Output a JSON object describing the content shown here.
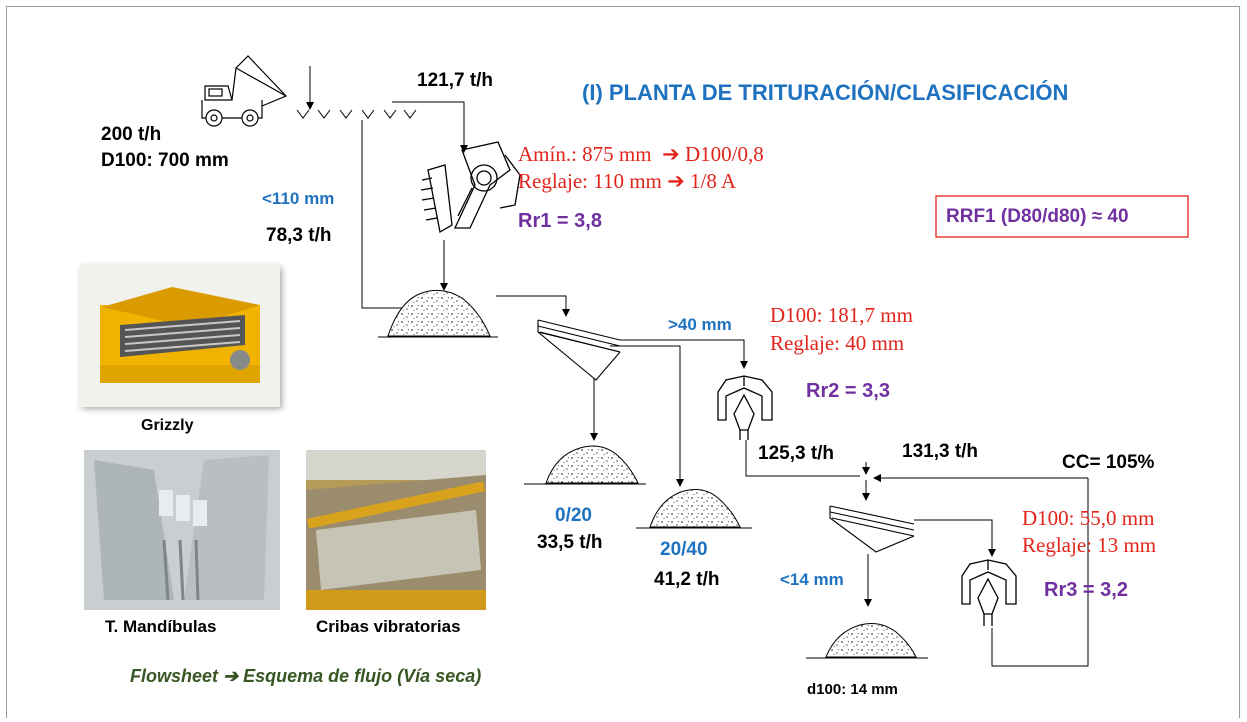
{
  "title": "(I) PLANTA DE TRITURACIÓN/CLASIFICACIÓN",
  "colors": {
    "blue": "#1f72c0",
    "red": "#e3241b",
    "purple": "#7030a0",
    "green": "#375623",
    "black": "#000000"
  },
  "feed": {
    "rate": "200 t/h",
    "size": "D100: 700 mm"
  },
  "grizzly_feed": {
    "rate": "121,7 t/h"
  },
  "grizzly_bypass": {
    "size": "<110 mm",
    "rate": "78,3 t/h"
  },
  "jaw_crusher": {
    "note1": "Amín.: 875 mm",
    "note1_result": "D100/0,8",
    "note2": "Reglaje: 110 mm",
    "note2_result": "1/8 A",
    "ratio": "Rr1 = 3,8"
  },
  "rrf_box": {
    "text": "RRF1 (D80/d80) ≈ 40"
  },
  "screen1": {
    "oversize": ">40 mm",
    "product1": {
      "label": "0/20",
      "rate": "33,5 t/h"
    },
    "product2": {
      "label": "20/40",
      "rate": "41,2 t/h"
    }
  },
  "cone_crusher_1": {
    "d100": "D100: 181,7 mm",
    "setting": "Reglaje: 40 mm",
    "ratio": "Rr2 = 3,3"
  },
  "circuit": {
    "rate1": "125,3 t/h",
    "rate2": "131,3 t/h",
    "cc": "CC= 105%"
  },
  "cone_crusher_2": {
    "d100": "D100: 55,0 mm",
    "setting": "Reglaje: 13 mm",
    "ratio": "Rr3 = 3,2"
  },
  "screen2": {
    "undersize": "<14 mm",
    "final": "d100: 14 mm"
  },
  "photos": {
    "grizzly": "Grizzly",
    "jaw": "T. Mandíbulas",
    "screens": "Cribas vibratorias"
  },
  "footer": {
    "left": "Flowsheet",
    "arrow": "➔",
    "right": "Esquema de flujo (Vía seca)"
  }
}
